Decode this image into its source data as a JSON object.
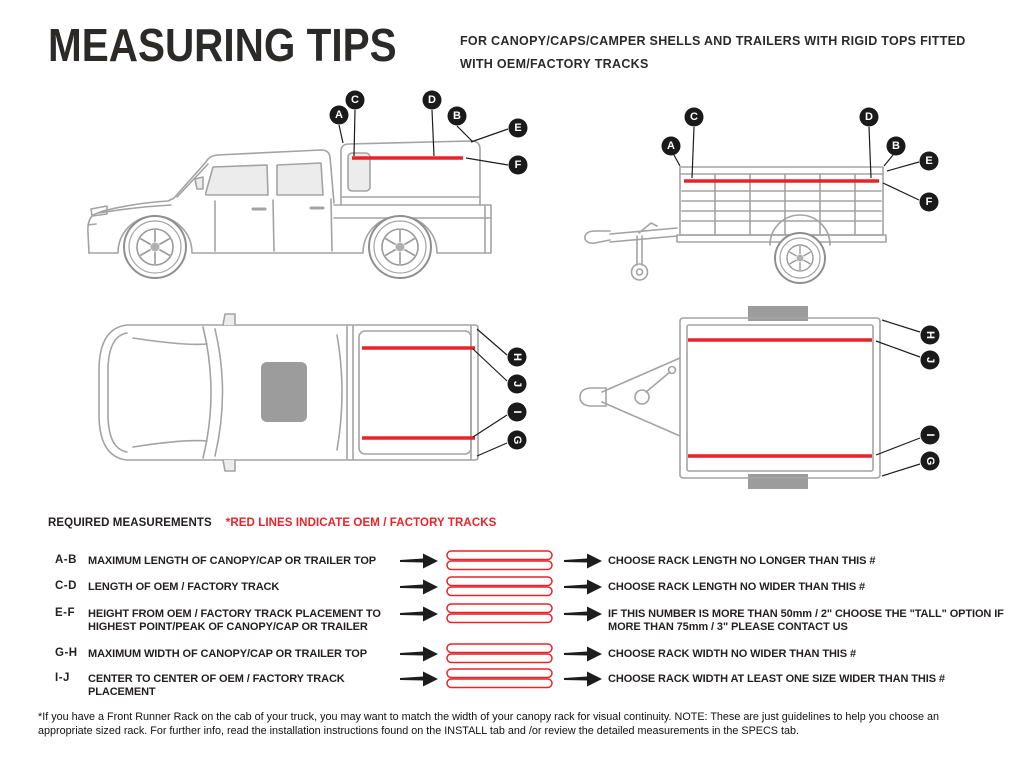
{
  "colors": {
    "red": "#e8232a",
    "ink": "#231f20",
    "line_gray": "#a3a3a3",
    "marker_black": "#1a1a1a"
  },
  "header": {
    "title": "MEASURING TIPS",
    "subtitle_line1": "FOR CANOPY/CAPS/CAMPER SHELLS AND TRAILERS WITH RIGID TOPS FITTED",
    "subtitle_line2": "WITH OEM/FACTORY TRACKS"
  },
  "point_labels": {
    "A": "A",
    "B": "B",
    "C": "C",
    "D": "D",
    "E": "E",
    "F": "F",
    "G": "G",
    "H": "H",
    "I": "I",
    "J": "J"
  },
  "legend": {
    "heading": "REQUIRED MEASUREMENTS",
    "red_note": "*RED LINES INDICATE OEM / FACTORY TRACKS"
  },
  "measurements": [
    {
      "key": "A-B",
      "description": "MAXIMUM LENGTH OF CANOPY/CAP OR TRAILER TOP",
      "result": "CHOOSE RACK LENGTH NO LONGER THAN THIS #"
    },
    {
      "key": "C-D",
      "description": "LENGTH OF OEM / FACTORY TRACK",
      "result": "CHOOSE RACK LENGTH NO WIDER THAN THIS #"
    },
    {
      "key": "E-F",
      "description": "HEIGHT FROM OEM / FACTORY TRACK PLACEMENT TO HIGHEST POINT/PEAK OF CANOPY/CAP OR TRAILER",
      "result": "IF THIS NUMBER IS MORE THAN 50mm / 2\" CHOOSE THE \"TALL\" OPTION IF MORE THAN 75mm / 3\" PLEASE CONTACT US"
    },
    {
      "key": "G-H",
      "description": "MAXIMUM WIDTH OF CANOPY/CAP OR TRAILER TOP",
      "result": "CHOOSE RACK WIDTH NO WIDER THAN THIS #"
    },
    {
      "key": "I-J",
      "description": "CENTER TO CENTER OF OEM / FACTORY TRACK PLACEMENT",
      "result": "CHOOSE RACK WIDTH AT LEAST ONE SIZE WIDER THAN THIS #"
    }
  ],
  "footnote": "*If you have a Front Runner Rack on the cab of your truck, you may want to match the width of your canopy rack for visual continuity. NOTE: These are just guidelines to help you choose an appropriate sized rack. For further info, read the installation instructions found on the INSTALL tab and /or review the detailed measurements in the SPECS tab."
}
